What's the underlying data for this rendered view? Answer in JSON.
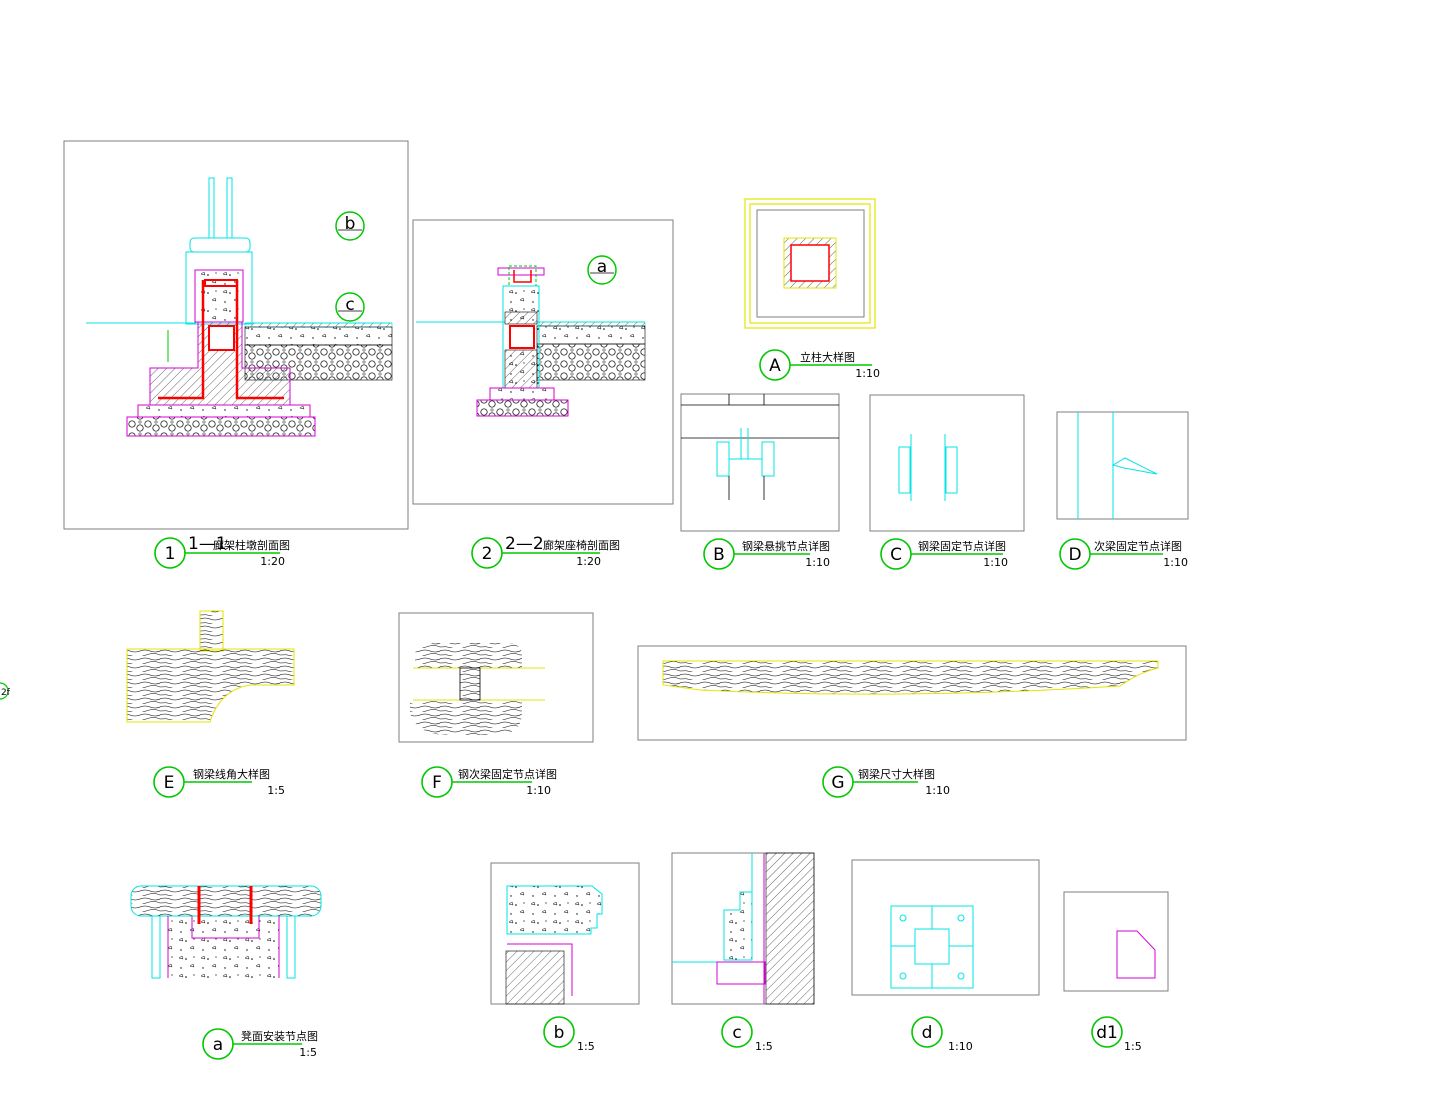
{
  "colors": {
    "background": "#ffffff",
    "frame": "#7f7f7f",
    "cyan": "#00e5e5",
    "magenta": "#d600d6",
    "red": "#ff0000",
    "green": "#00c800",
    "yellow": "#e5e500",
    "black": "#000000"
  },
  "details": [
    {
      "id": "1",
      "prefix": "1—1",
      "title": "廊架柱墩剖面图",
      "scale": "1:20"
    },
    {
      "id": "2",
      "prefix": "2—2",
      "title": "廊架座椅剖面图",
      "scale": "1:20"
    },
    {
      "id": "A",
      "title": "立柱大样图",
      "scale": "1:10"
    },
    {
      "id": "B",
      "title": "钢梁悬挑节点详图",
      "scale": "1:10"
    },
    {
      "id": "C",
      "title": "钢梁固定节点详图",
      "scale": "1:10"
    },
    {
      "id": "D",
      "title": "次梁固定节点详图",
      "scale": "1:10"
    },
    {
      "id": "E",
      "title": "钢梁线角大样图",
      "scale": "1:5"
    },
    {
      "id": "F",
      "title": "钢次梁固定节点详图",
      "scale": "1:10"
    },
    {
      "id": "G",
      "title": "钢梁尺寸大样图",
      "scale": "1:10"
    },
    {
      "id": "a",
      "title": "凳面安装节点图",
      "scale": "1:5"
    },
    {
      "id": "b",
      "scale": "1:5"
    },
    {
      "id": "c",
      "scale": "1:5"
    },
    {
      "id": "d",
      "scale": "1:10"
    },
    {
      "id": "d1",
      "scale": "1:5"
    }
  ],
  "inline_callouts": [
    {
      "id": "b",
      "ref": "b"
    },
    {
      "id": "c",
      "ref": "c"
    },
    {
      "id": "a",
      "ref": "a"
    }
  ],
  "edge_mark": "2f"
}
